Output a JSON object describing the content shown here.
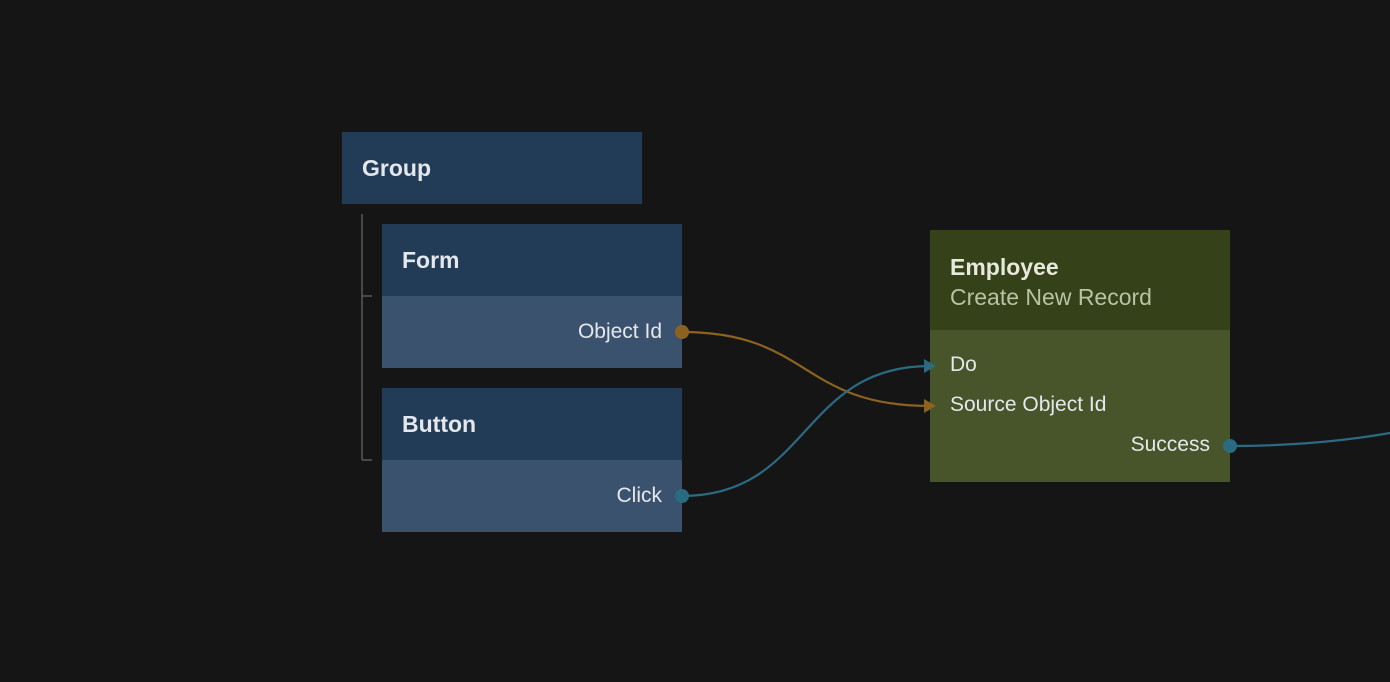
{
  "colors": {
    "background": "#151515",
    "ui_node_header": "#223b57",
    "ui_node_body": "#3b526f",
    "data_node_header": "#344119",
    "data_node_body": "#48542a",
    "data_wire": "#8c6220",
    "signal_wire": "#2b6b82"
  },
  "nodes": {
    "group": {
      "title": "Group"
    },
    "form": {
      "title": "Form",
      "ports": {
        "object_id": "Object Id"
      }
    },
    "button": {
      "title": "Button",
      "ports": {
        "click": "Click"
      }
    },
    "employee": {
      "title": "Employee",
      "subtitle": "Create New Record",
      "ports": {
        "do": "Do",
        "source_object_id": "Source Object Id",
        "success": "Success"
      }
    }
  },
  "connections": [
    {
      "from": "form.object_id",
      "to": "employee.source_object_id",
      "kind": "data"
    },
    {
      "from": "button.click",
      "to": "employee.do",
      "kind": "signal"
    },
    {
      "from": "employee.success",
      "to": "offscreen",
      "kind": "signal"
    }
  ]
}
